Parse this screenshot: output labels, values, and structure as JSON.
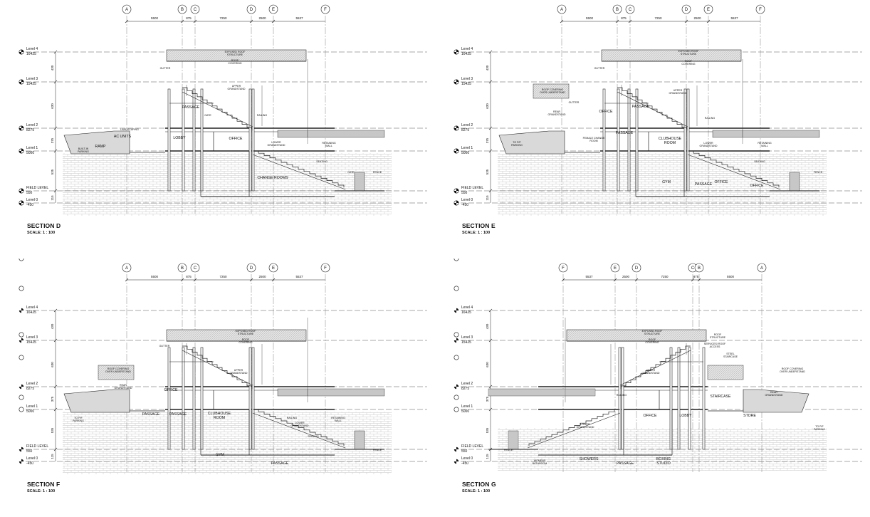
{
  "sheet": {
    "level_marks": [
      {
        "name": "Level 4",
        "elev": "16425"
      },
      {
        "name": "Level 3",
        "elev": "15425"
      },
      {
        "name": "Level 2",
        "elev": "8275"
      },
      {
        "name": "Level 1",
        "elev": "5000"
      },
      {
        "name": "FIELD LEVEL",
        "elev": "550"
      },
      {
        "name": "Level 0",
        "elev": "-450"
      }
    ],
    "left_dims": [
      "430",
      "630",
      "375",
      "535",
      "115"
    ],
    "sections": [
      {
        "title": "SECTION D",
        "scale": "SCALE: 1 : 100",
        "grid": [
          "A",
          "B",
          "C",
          "D",
          "E",
          "F"
        ],
        "grid_dims": [
          "5500",
          "875",
          "7250",
          "2500",
          "5537"
        ],
        "labels": [
          {
            "key": "roof",
            "text": "EXPOSED ROOF STRUCTURE"
          },
          {
            "key": "roofcov",
            "text": "ROOF COVERING"
          },
          {
            "key": "gutter",
            "text": "GUTTER"
          },
          {
            "key": "upper",
            "text": "UPPER GRANDSTAND"
          },
          {
            "key": "passage",
            "text": "PASSAGE"
          },
          {
            "key": "gate",
            "text": "GATE"
          },
          {
            "key": "landscaping",
            "text": "LANDSCAPING"
          },
          {
            "key": "ac",
            "text": "AC UNITS"
          },
          {
            "key": "ramp",
            "text": "RAMP"
          },
          {
            "key": "lobby",
            "text": "LOBBY"
          },
          {
            "key": "office",
            "text": "OFFICE"
          },
          {
            "key": "lower",
            "text": "LOWER GRANDSTAND"
          },
          {
            "key": "retaining",
            "text": "RETAINING WALL"
          },
          {
            "key": "railing",
            "text": "RAILING"
          },
          {
            "key": "seating",
            "text": "SEATING"
          },
          {
            "key": "change",
            "text": "CHANGE ROOMS"
          },
          {
            "key": "fence",
            "text": "FENCE"
          },
          {
            "key": "parking",
            "text": "BUILT-IN PARKING"
          },
          {
            "key": "gate2",
            "text": "GATE"
          }
        ]
      },
      {
        "title": "SECTION E",
        "scale": "SCALE: 1 : 100",
        "grid": [
          "A",
          "B",
          "C",
          "D",
          "E",
          "F"
        ],
        "grid_dims": [
          "5500",
          "875",
          "7250",
          "2500",
          "5537"
        ],
        "labels": [
          {
            "key": "roof",
            "text": "EXPOSED ROOF STRUCTURE"
          },
          {
            "key": "roofcov",
            "text": "ROOF COVERING"
          },
          {
            "key": "gutter",
            "text": "GUTTER"
          },
          {
            "key": "roofcov2",
            "text": "ROOF COVERING OVER UNDERSTAND"
          },
          {
            "key": "gutter2",
            "text": "GUTTER"
          },
          {
            "key": "upper",
            "text": "UPPER GRANDSTAND"
          },
          {
            "key": "rear",
            "text": "REAR GRANDSTAND"
          },
          {
            "key": "office",
            "text": "OFFICE"
          },
          {
            "key": "passage",
            "text": "PASSAGE"
          },
          {
            "key": "female",
            "text": "FEMALE CHANGE ROOM"
          },
          {
            "key": "passage2",
            "text": "PASSAGE"
          },
          {
            "key": "clubhouse",
            "text": "CLUBHOUSE ROOM"
          },
          {
            "key": "lower",
            "text": "LOWER GRANDSTAND"
          },
          {
            "key": "retaining",
            "text": "RETAINING WALL"
          },
          {
            "key": "gym",
            "text": "GYM"
          },
          {
            "key": "passage3",
            "text": "PASSAGE"
          },
          {
            "key": "office2",
            "text": "OFFICE"
          },
          {
            "key": "office3",
            "text": "OFFICE"
          },
          {
            "key": "railing",
            "text": "RAILING"
          },
          {
            "key": "seating",
            "text": "SEATING"
          },
          {
            "key": "fence",
            "text": "FENCE"
          },
          {
            "key": "toparking",
            "text": "TO P/F PARKING"
          }
        ]
      },
      {
        "title": "SECTION F",
        "scale": "SCALE: 1 : 100",
        "grid": [
          "A",
          "B",
          "C",
          "D",
          "E",
          "F"
        ],
        "grid_dims": [
          "5500",
          "875",
          "7250",
          "2500",
          "5537"
        ],
        "labels": [
          {
            "key": "roof",
            "text": "EXPOSED ROOF STRUCTURE"
          },
          {
            "key": "roofcov",
            "text": "ROOF COVERING"
          },
          {
            "key": "gutter",
            "text": "GUTTER"
          },
          {
            "key": "roofcov2",
            "text": "ROOF COVERING OVER UNDERSTAND"
          },
          {
            "key": "upper",
            "text": "UPPER GRANDSTAND"
          },
          {
            "key": "rear",
            "text": "REAR GRANDSTAND"
          },
          {
            "key": "office",
            "text": "OFFICE"
          },
          {
            "key": "passage",
            "text": "PASSAGE"
          },
          {
            "key": "passage2",
            "text": "PASSAGE"
          },
          {
            "key": "clubhouse",
            "text": "CLUBHOUSE ROOM"
          },
          {
            "key": "lower",
            "text": "LOWER GRANDSTAND"
          },
          {
            "key": "retaining",
            "text": "RETAINING WALL"
          },
          {
            "key": "gym",
            "text": "GYM"
          },
          {
            "key": "passage3",
            "text": "PASSAGE"
          },
          {
            "key": "railing",
            "text": "RAILING"
          },
          {
            "key": "seating",
            "text": "SEATING"
          },
          {
            "key": "fence",
            "text": "FENCE"
          },
          {
            "key": "toparking",
            "text": "TO P/F PARKING"
          }
        ]
      },
      {
        "title": "SECTION G",
        "scale": "SCALE: 1 : 100",
        "grid": [
          "F",
          "E",
          "D",
          "C",
          "B",
          "A"
        ],
        "grid_dims": [
          "5537",
          "2500",
          "7250",
          "875",
          "5500"
        ],
        "labels": [
          {
            "key": "roof",
            "text": "EXPOSED ROOF STRUCTURE"
          },
          {
            "key": "roofcov",
            "text": "ROOF COVERING"
          },
          {
            "key": "roofstruct",
            "text": "ROOF STRUCTURE"
          },
          {
            "key": "services",
            "text": "SERVICES/ ROOF ACCESS"
          },
          {
            "key": "steel",
            "text": "STEEL STAIRCASE"
          },
          {
            "key": "roofcov2",
            "text": "ROOF COVERING OVER UNDERSTAND"
          },
          {
            "key": "upper",
            "text": "UPPER GRANDSTAND"
          },
          {
            "key": "staircase",
            "text": "STAIRCASE"
          },
          {
            "key": "rear",
            "text": "REAR GRANDSTAND"
          },
          {
            "key": "office",
            "text": "OFFICE"
          },
          {
            "key": "lobby",
            "text": "LOBBY"
          },
          {
            "key": "store",
            "text": "STORE"
          },
          {
            "key": "lower",
            "text": "LOWER GRANDSTAND"
          },
          {
            "key": "showers",
            "text": "SHOWERS"
          },
          {
            "key": "womens",
            "text": "WOMENS BATHROOM"
          },
          {
            "key": "passage",
            "text": "PASSAGE"
          },
          {
            "key": "boxing",
            "text": "BOXING STUDIO"
          },
          {
            "key": "railing",
            "text": "RAILING"
          },
          {
            "key": "fence",
            "text": "FENCE"
          },
          {
            "key": "toparking",
            "text": "TO P/F PARKING"
          }
        ]
      }
    ]
  }
}
